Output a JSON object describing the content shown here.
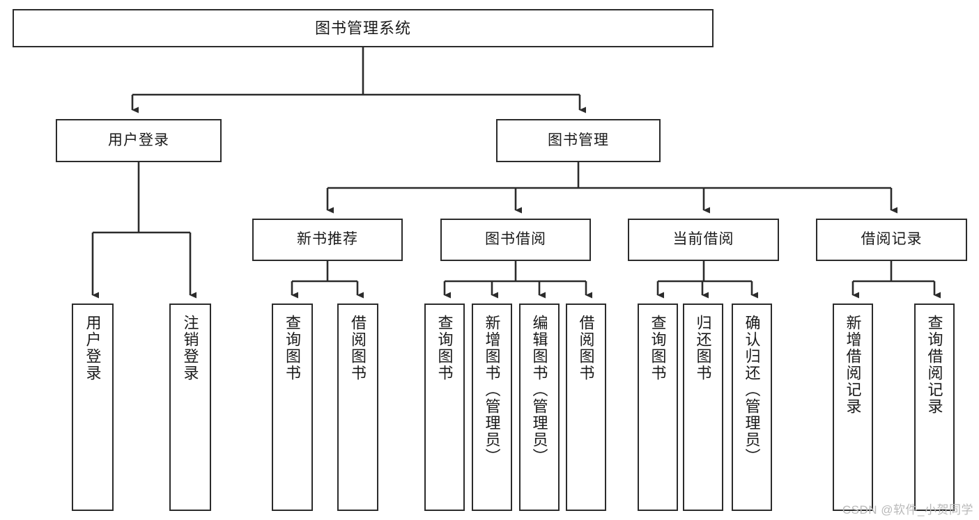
{
  "diagram": {
    "title": "图书管理系统",
    "type": "tree-hierarchy",
    "root": {
      "label": "图书管理系统"
    },
    "level1": [
      {
        "label": "用户登录"
      },
      {
        "label": "图书管理"
      }
    ],
    "level2": [
      {
        "label": "新书推荐"
      },
      {
        "label": "图书借阅"
      },
      {
        "label": "当前借阅"
      },
      {
        "label": "借阅记录"
      }
    ],
    "leaves_user_login": [
      {
        "label": "用户登录"
      },
      {
        "label": "注销登录"
      }
    ],
    "leaves_new_books": [
      {
        "label": "查询图书"
      },
      {
        "label": "借阅图书"
      }
    ],
    "leaves_borrow": [
      {
        "label": "查询图书"
      },
      {
        "label": "新增图书（管理员）"
      },
      {
        "label": "编辑图书（管理员）"
      },
      {
        "label": "借阅图书"
      }
    ],
    "leaves_current": [
      {
        "label": "查询图书"
      },
      {
        "label": "归还图书"
      },
      {
        "label": "确认归还（管理员）"
      }
    ],
    "leaves_records": [
      {
        "label": "新增借阅记录"
      },
      {
        "label": "查询借阅记录"
      }
    ],
    "watermark": "CSDN @软件_小贺同学",
    "colors": {
      "stroke": "#2b2b2b",
      "text": "#1a1a1a",
      "background": "#ffffff",
      "watermark": "#b9b9b9"
    }
  }
}
